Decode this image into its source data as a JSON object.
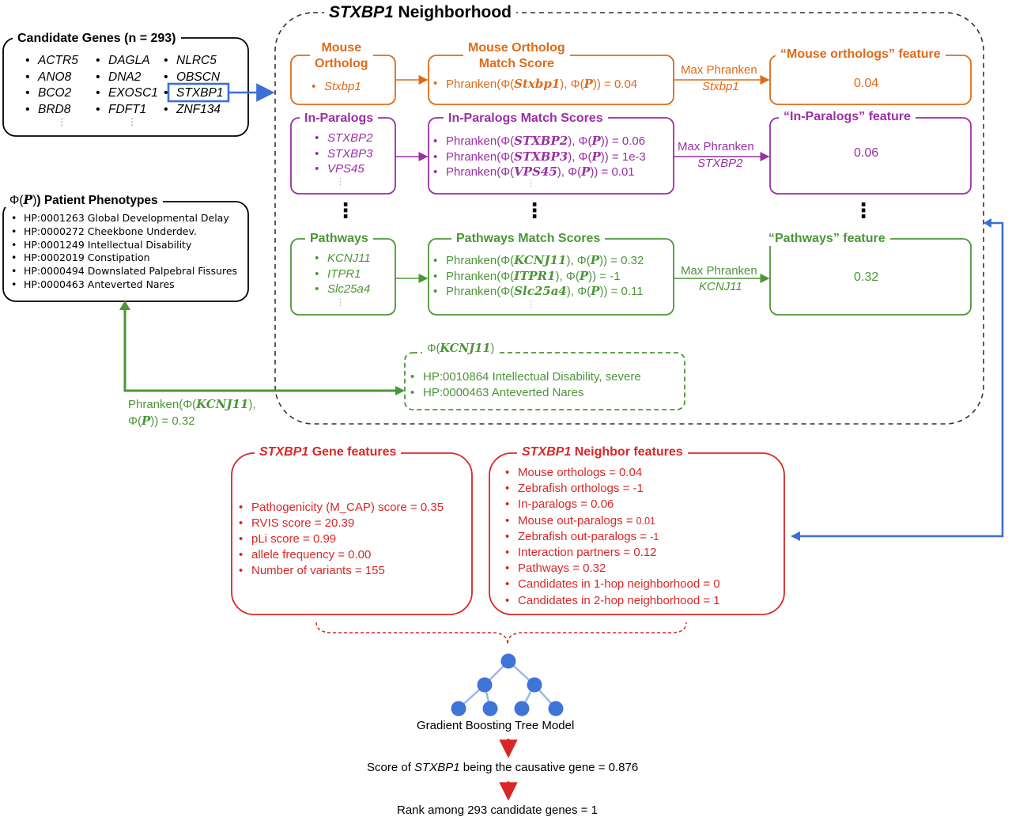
{
  "neighborhood": {
    "gene": "STXBP1",
    "title_rest": " Neighborhood"
  },
  "candidates": {
    "title": "Candidate Genes (n = 293)",
    "col1": [
      "ACTR5",
      "ANO8",
      "BCO2",
      "BRD8"
    ],
    "col2": [
      "DAGLA",
      "DNA2",
      "EXOSC1",
      "FDFT1"
    ],
    "col3": [
      "NLRC5",
      "OBSCN",
      "STXBP1",
      "ZNF134"
    ],
    "ellipsis": "⋮"
  },
  "patient": {
    "title_prefix": "Φ(",
    "title_var": "P",
    "title_suffix": ") Patient Phenotypes",
    "items": [
      "HP:0001263 Global Developmental Delay",
      "HP:0000272 Cheekbone Underdev.",
      "HP:0001249 Intellectual Disability",
      "HP:0002019 Constipation",
      "HP:0000494 Downslated Palpebral Fissures",
      "HP:0000463 Anteverted Nares"
    ]
  },
  "rows": [
    {
      "id": "mouse",
      "left_title": "Mouse\nOrtholog",
      "left_items": [
        "Stxbp1"
      ],
      "mid_title": "Mouse Ortholog\nMatch Score",
      "mid_items": [
        {
          "pre": "Phranken(Φ(",
          "gene": "Stxbp1",
          "post": "), Φ(",
          "var": "P",
          "end": ")) = 0.04"
        }
      ],
      "arrow_label": "Max Phranken",
      "arrow_gene": "Stxbp1",
      "feature_title": "“Mouse orthologs” feature",
      "feature_value": "0.04"
    },
    {
      "id": "inparalogs",
      "left_title": "In-Paralogs",
      "left_items": [
        "STXBP2",
        "STXBP3",
        "VPS45"
      ],
      "mid_title": "In-Paralogs Match Scores",
      "mid_items": [
        {
          "pre": "Phranken(Φ(",
          "gene": "STXBP2",
          "post": "), Φ(",
          "var": "P",
          "end": ")) = 0.06"
        },
        {
          "pre": "Phranken(Φ(",
          "gene": "STXBP3",
          "post": "), Φ(",
          "var": "P",
          "end": ")) = 1e-3"
        },
        {
          "pre": "Phranken(Φ(",
          "gene": "VPS45",
          "post": "), Φ(",
          "var": "P",
          "end": ")) = 0.01"
        }
      ],
      "arrow_label": "Max Phranken",
      "arrow_gene": "STXBP2",
      "feature_title": "“In-Paralogs” feature",
      "feature_value": "0.06"
    },
    {
      "id": "pathways",
      "left_title": "Pathways",
      "left_items": [
        "KCNJ11",
        "ITPR1",
        "Slc25a4"
      ],
      "mid_title": "Pathways Match Scores",
      "mid_items": [
        {
          "pre": "Phranken(Φ(",
          "gene": "KCNJ11",
          "post": "), Φ(",
          "var": "P",
          "end": ")) = 0.32"
        },
        {
          "pre": "Phranken(Φ(",
          "gene": "ITPR1",
          "post": "), Φ(",
          "var": "P",
          "end": ")) = -1"
        },
        {
          "pre": "Phranken(Φ(",
          "gene": "Slc25a4",
          "post": "), Φ(",
          "var": "P",
          "end": ")) = 0.11"
        }
      ],
      "arrow_label": "Max Phranken",
      "arrow_gene": "KCNJ11",
      "feature_title": "“Pathways” feature",
      "feature_value": "0.32"
    }
  ],
  "kcnj11_box": {
    "title_pre": "Φ(",
    "title_gene": "KCNJ11",
    "title_post": ")",
    "items": [
      "HP:0010864 Intellectual Disability, severe",
      "HP:0000463 Anteverted Nares"
    ]
  },
  "phranken_label": {
    "line1_pre": "Phranken(Φ(",
    "line1_gene": "KCNJ11",
    "line1_post": "),",
    "line2_pre": "Φ(",
    "line2_var": "P",
    "line2_post": ")) = 0.32"
  },
  "gene_features": {
    "title_gene": "STXBP1",
    "title_rest": " Gene features",
    "items": [
      "Pathogenicity (M_CAP) score = 0.35",
      "RVIS score = 20.39",
      "pLi score = 0.99",
      "allele frequency = 0.00",
      "Number of variants = 155"
    ]
  },
  "neighbor_features": {
    "title_gene": "STXBP1",
    "title_rest": " Neighbor features",
    "items": [
      {
        "text": "Mouse orthologs = 0.04",
        "small": ""
      },
      {
        "text": "Zebrafish orthologs = -1",
        "small": ""
      },
      {
        "text": "In-paralogs = 0.06",
        "small": ""
      },
      {
        "text": "Mouse out-paralogs = ",
        "small": "0.01"
      },
      {
        "text": "Zebrafish out-paralogs = ",
        "small": "-1"
      },
      {
        "text": "Interaction partners = 0.12",
        "small": ""
      },
      {
        "text": "Pathways = 0.32",
        "small": ""
      },
      {
        "text": "Candidates in 1-hop neighborhood = 0",
        "small": ""
      },
      {
        "text": "Candidates in 2-hop neighborhood = 1",
        "small": ""
      }
    ]
  },
  "model": {
    "label": "Gradient Boosting Tree Model",
    "score_pre": "Score of ",
    "score_gene": "STXBP1",
    "score_post": " being the causative gene = 0.876",
    "rank": "Rank among 293 candidate genes = 1"
  },
  "dots": "⋮",
  "colors": {
    "orange": "#E06A18",
    "purple": "#9B2FA6",
    "green": "#4B9636",
    "red": "#D92727",
    "blue": "#3A6FD8",
    "node": "#3F74D9",
    "edge": "#9CB8E8"
  }
}
